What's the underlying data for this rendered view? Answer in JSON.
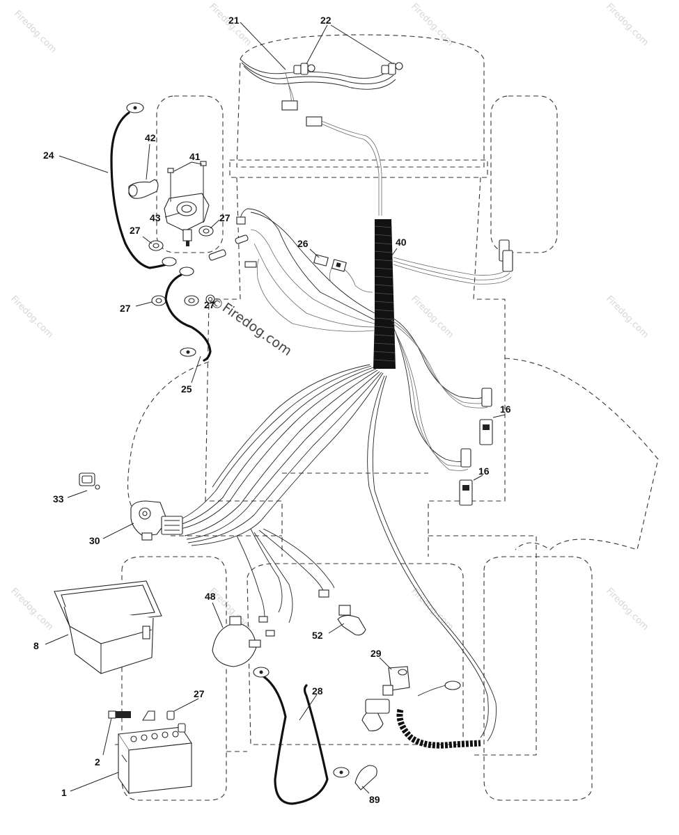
{
  "diagram": {
    "watermark": "Firedog.com",
    "watermark_copyright": "©",
    "callouts": {
      "c21": "21",
      "c22": "22",
      "c24": "24",
      "c42": "42",
      "c41": "41",
      "c43": "43",
      "c27a": "27",
      "c27b": "27",
      "c27c": "27",
      "c27d": "27",
      "c27e": "27",
      "c26": "26",
      "c40": "40",
      "c25": "25",
      "c16a": "16",
      "c16b": "16",
      "c33": "33",
      "c30": "30",
      "c48": "48",
      "c52": "52",
      "c8": "8",
      "c29": "29",
      "c28": "28",
      "c2": "2",
      "c1": "1",
      "c89": "89"
    }
  }
}
